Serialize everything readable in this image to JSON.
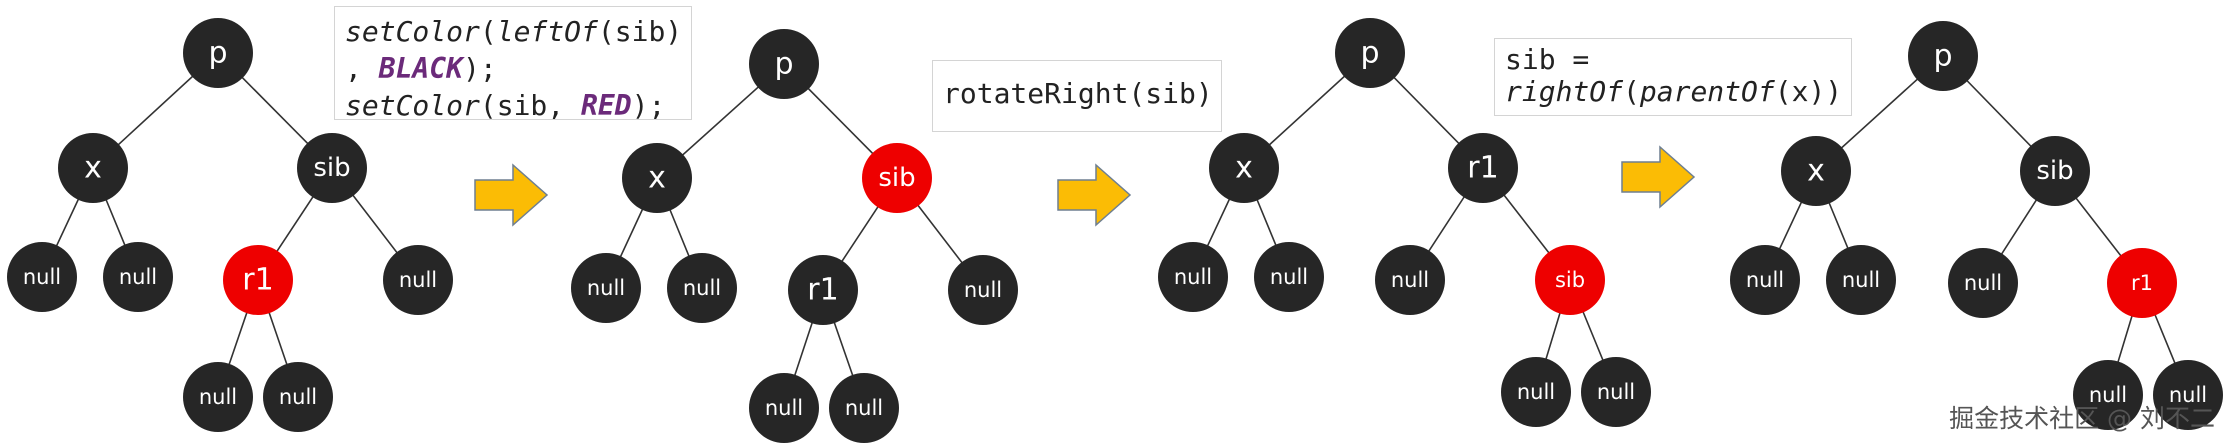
{
  "colors": {
    "black_node": "#262626",
    "red_node": "#ee0000",
    "arrow_fill": "#fbbc05",
    "arrow_stroke": "#6e7f91",
    "edge": "#333333"
  },
  "trees": [
    {
      "nodes": [
        {
          "id": "p",
          "label": "p",
          "color": "black"
        },
        {
          "id": "x",
          "label": "x",
          "color": "black"
        },
        {
          "id": "sib",
          "label": "sib",
          "color": "black"
        },
        {
          "id": "n1",
          "label": "null",
          "color": "black"
        },
        {
          "id": "n2",
          "label": "null",
          "color": "black"
        },
        {
          "id": "r1",
          "label": "r1",
          "color": "red"
        },
        {
          "id": "n3",
          "label": "null",
          "color": "black"
        },
        {
          "id": "n4",
          "label": "null",
          "color": "black"
        },
        {
          "id": "n5",
          "label": "null",
          "color": "black"
        }
      ],
      "edges": [
        [
          "p",
          "x"
        ],
        [
          "p",
          "sib"
        ],
        [
          "x",
          "n1"
        ],
        [
          "x",
          "n2"
        ],
        [
          "sib",
          "r1"
        ],
        [
          "sib",
          "n3"
        ],
        [
          "r1",
          "n4"
        ],
        [
          "r1",
          "n5"
        ]
      ]
    },
    {
      "nodes": [
        {
          "id": "p",
          "label": "p",
          "color": "black"
        },
        {
          "id": "x",
          "label": "x",
          "color": "black"
        },
        {
          "id": "sib",
          "label": "sib",
          "color": "red"
        },
        {
          "id": "n1",
          "label": "null",
          "color": "black"
        },
        {
          "id": "n2",
          "label": "null",
          "color": "black"
        },
        {
          "id": "r1",
          "label": "r1",
          "color": "black"
        },
        {
          "id": "n3",
          "label": "null",
          "color": "black"
        },
        {
          "id": "n4",
          "label": "null",
          "color": "black"
        },
        {
          "id": "n5",
          "label": "null",
          "color": "black"
        }
      ],
      "edges": [
        [
          "p",
          "x"
        ],
        [
          "p",
          "sib"
        ],
        [
          "x",
          "n1"
        ],
        [
          "x",
          "n2"
        ],
        [
          "sib",
          "r1"
        ],
        [
          "sib",
          "n3"
        ],
        [
          "r1",
          "n4"
        ],
        [
          "r1",
          "n5"
        ]
      ]
    },
    {
      "nodes": [
        {
          "id": "p",
          "label": "p",
          "color": "black"
        },
        {
          "id": "x",
          "label": "x",
          "color": "black"
        },
        {
          "id": "r1",
          "label": "r1",
          "color": "black"
        },
        {
          "id": "n1",
          "label": "null",
          "color": "black"
        },
        {
          "id": "n2",
          "label": "null",
          "color": "black"
        },
        {
          "id": "n3",
          "label": "null",
          "color": "black"
        },
        {
          "id": "sib",
          "label": "sib",
          "color": "red"
        },
        {
          "id": "n4",
          "label": "null",
          "color": "black"
        },
        {
          "id": "n5",
          "label": "null",
          "color": "black"
        }
      ],
      "edges": [
        [
          "p",
          "x"
        ],
        [
          "p",
          "r1"
        ],
        [
          "x",
          "n1"
        ],
        [
          "x",
          "n2"
        ],
        [
          "r1",
          "n3"
        ],
        [
          "r1",
          "sib"
        ],
        [
          "sib",
          "n4"
        ],
        [
          "sib",
          "n5"
        ]
      ]
    },
    {
      "nodes": [
        {
          "id": "p",
          "label": "p",
          "color": "black"
        },
        {
          "id": "x",
          "label": "x",
          "color": "black"
        },
        {
          "id": "sib",
          "label": "sib",
          "color": "black"
        },
        {
          "id": "n1",
          "label": "null",
          "color": "black"
        },
        {
          "id": "n2",
          "label": "null",
          "color": "black"
        },
        {
          "id": "n3",
          "label": "null",
          "color": "black"
        },
        {
          "id": "r1",
          "label": "r1",
          "color": "red"
        },
        {
          "id": "n4",
          "label": "null",
          "color": "black"
        },
        {
          "id": "n5",
          "label": "null",
          "color": "black"
        }
      ],
      "edges": [
        [
          "p",
          "x"
        ],
        [
          "p",
          "sib"
        ],
        [
          "x",
          "n1"
        ],
        [
          "x",
          "n2"
        ],
        [
          "sib",
          "n3"
        ],
        [
          "sib",
          "r1"
        ],
        [
          "r1",
          "n4"
        ],
        [
          "r1",
          "n5"
        ]
      ]
    }
  ],
  "code_boxes": [
    {
      "line1_fn": "setColor",
      "line1_p": "(",
      "line1_fn2": "leftOf",
      "line1_rest": "(sib)",
      "line2_a": ", ",
      "line2_kw": "BLACK",
      "line2_b": ");",
      "line3_fn": "setColor",
      "line3_a": "(sib, ",
      "line3_kw": "RED",
      "line3_b": ");"
    },
    {
      "line1": "rotateRight(sib)"
    },
    {
      "line1": "sib =",
      "line2_fn": "rightOf",
      "line2_a": "(",
      "line2_fn2": "parentOf",
      "line2_b": "(x))"
    }
  ],
  "watermark": "掘金技术社区 @ 刘不二"
}
